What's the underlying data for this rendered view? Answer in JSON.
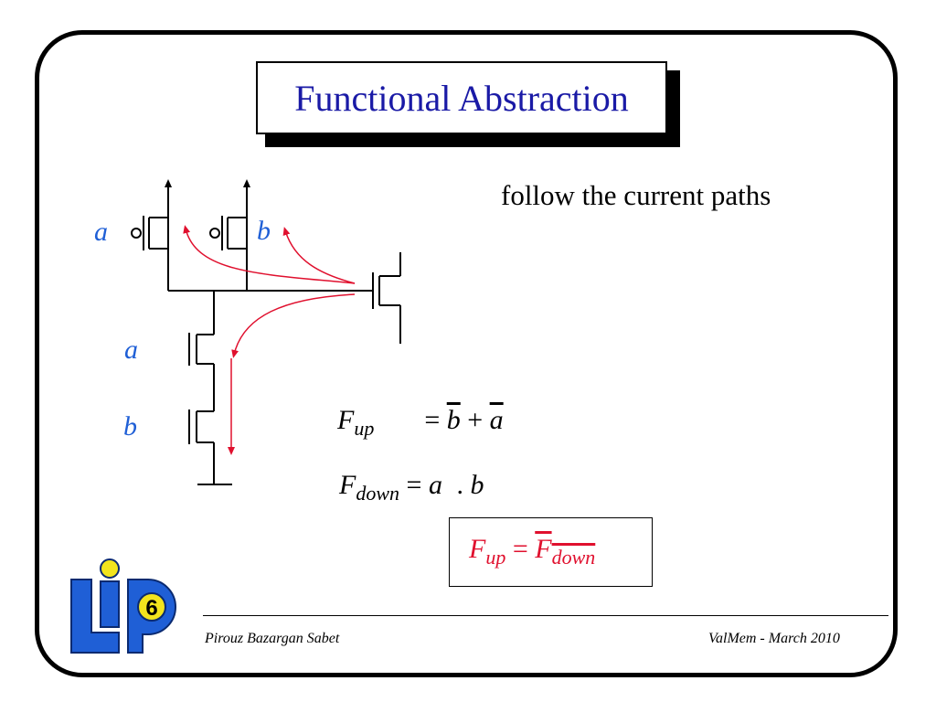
{
  "title": "Functional Abstraction",
  "caption": "follow the current paths",
  "labels": {
    "pmos_a": "a",
    "pmos_b": "b",
    "nmos_a": "a",
    "nmos_b": "b"
  },
  "equations": {
    "fup_F": "F",
    "fup_sub": "up",
    "fup_eq": "=",
    "fup_b": "b",
    "fup_plus": "+",
    "fup_a": "a",
    "fdown_F": "F",
    "fdown_sub": "down",
    "fdown_eq": "=",
    "fdown_a": "a",
    "fdown_dot": ".",
    "fdown_b": "b"
  },
  "result": {
    "F1": "F",
    "sub1": "up",
    "eq": "=",
    "F2": "F",
    "sub2": "down"
  },
  "logo": {
    "text": "LIP",
    "number": "6"
  },
  "footer": {
    "author": "Pirouz Bazargan Sabet",
    "event": "ValMem - March 2010"
  },
  "colors": {
    "title": "#1a1aa6",
    "label": "#1f5fd6",
    "arrow": "#e0102e",
    "logo_blue": "#1f5fd6",
    "logo_yellow": "#f2e41d"
  }
}
